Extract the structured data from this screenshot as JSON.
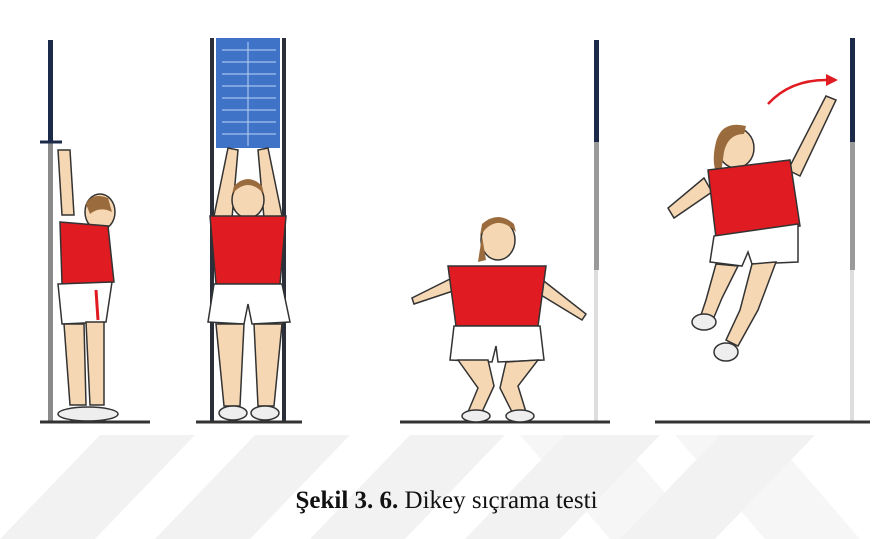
{
  "caption": {
    "label": "Şekil 3. 6.",
    "text": "Dikey sıçrama testi"
  },
  "figure": {
    "panel_count": 4,
    "colors": {
      "shirt": "#e01b22",
      "skin": "#f6d7b3",
      "hair": "#9a6b3c",
      "shorts": "#ffffff",
      "wall_line": "#1c2a4a",
      "scale_board": "#3e73c8",
      "watermark": "#f1f1f1",
      "outline": "#333333"
    }
  }
}
